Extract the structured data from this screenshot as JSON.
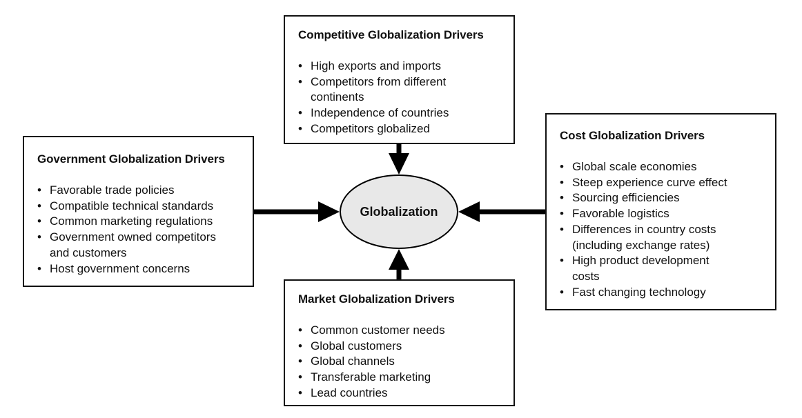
{
  "center": {
    "label": "Globalization",
    "fill": "#e8e8e8"
  },
  "boxes": {
    "competitive": {
      "title": "Competitive Globalization Drivers",
      "items": [
        "High exports and imports",
        "Competitors from different",
        "continents",
        "Independence of countries",
        "Competitors globalized"
      ]
    },
    "government": {
      "title": "Government Globalization Drivers",
      "items": [
        "Favorable trade policies",
        "Compatible technical standards",
        "Common marketing regulations",
        "Government owned competitors",
        "and customers",
        "Host government concerns"
      ]
    },
    "cost": {
      "title": "Cost Globalization Drivers",
      "items": [
        "Global scale economies",
        "Steep experience curve effect",
        "Sourcing efficiencies",
        "Favorable logistics",
        "Differences in country costs",
        "(including exchange rates)",
        "High product development",
        "costs",
        "Fast changing technology"
      ]
    },
    "market": {
      "title": "Market Globalization Drivers",
      "items": [
        "Common customer needs",
        "Global customers",
        "Global channels",
        "Transferable marketing",
        "Lead countries"
      ]
    }
  },
  "continuation_lines": {
    "competitive": [
      2
    ],
    "government": [
      4
    ],
    "cost": [
      5,
      7
    ],
    "market": []
  }
}
